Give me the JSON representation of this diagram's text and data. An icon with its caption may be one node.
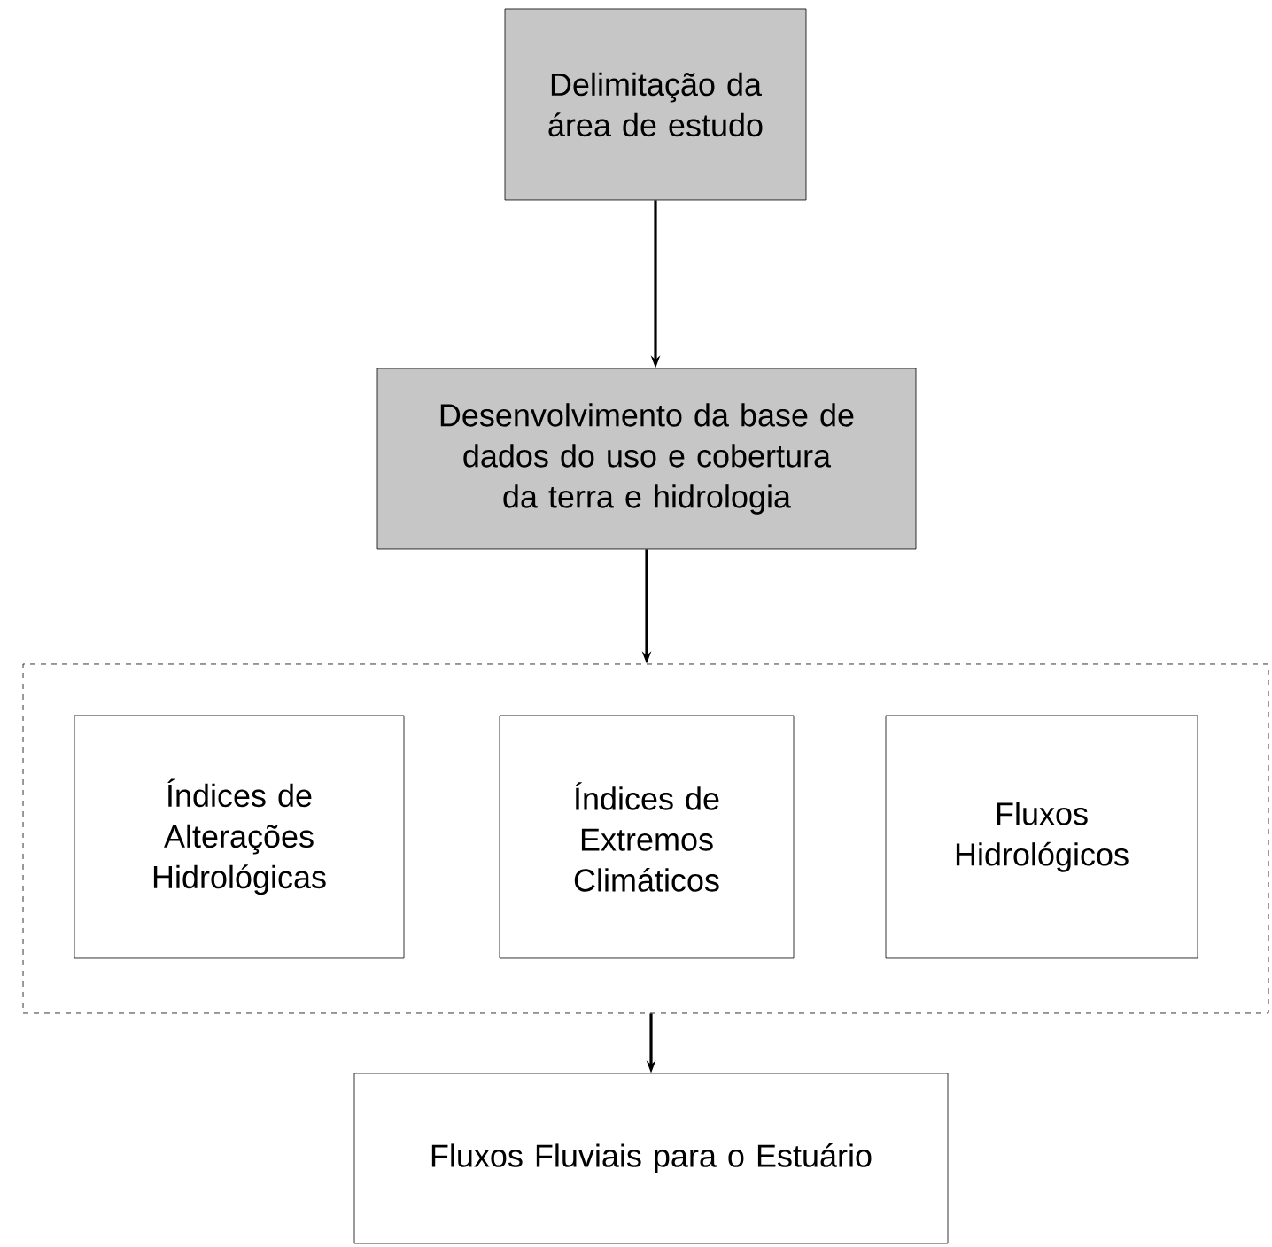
{
  "diagram": {
    "nodes": [
      {
        "text": [
          "Delimitação da área de estudo"
        ]
      },
      {
        "text": [
          "Desenvolvimento da base de dados do uso e cobertura da terra e hidrologia"
        ]
      },
      {
        "text": [],
        "shape": "box"
      },
      {
        "text": [
          "Índices de Alterações Hidrológicas"
        ],
        "in": 2
      },
      {
        "text": [
          "Índices de Extremos Climáticos"
        ],
        "in": 2
      },
      {
        "text": [
          "Fluxos Hidrológicos"
        ],
        "in": 2
      },
      {
        "text": [
          "Fluxos Fluviais para o Estuário"
        ]
      }
    ],
    "edges": [
      {
        "from": 0,
        "to": 1,
        "arrow": "to"
      },
      {
        "from": 1,
        "to": 2,
        "arrow": "to"
      },
      {
        "from": 2,
        "to": 6,
        "arrow": "to"
      }
    ]
  }
}
